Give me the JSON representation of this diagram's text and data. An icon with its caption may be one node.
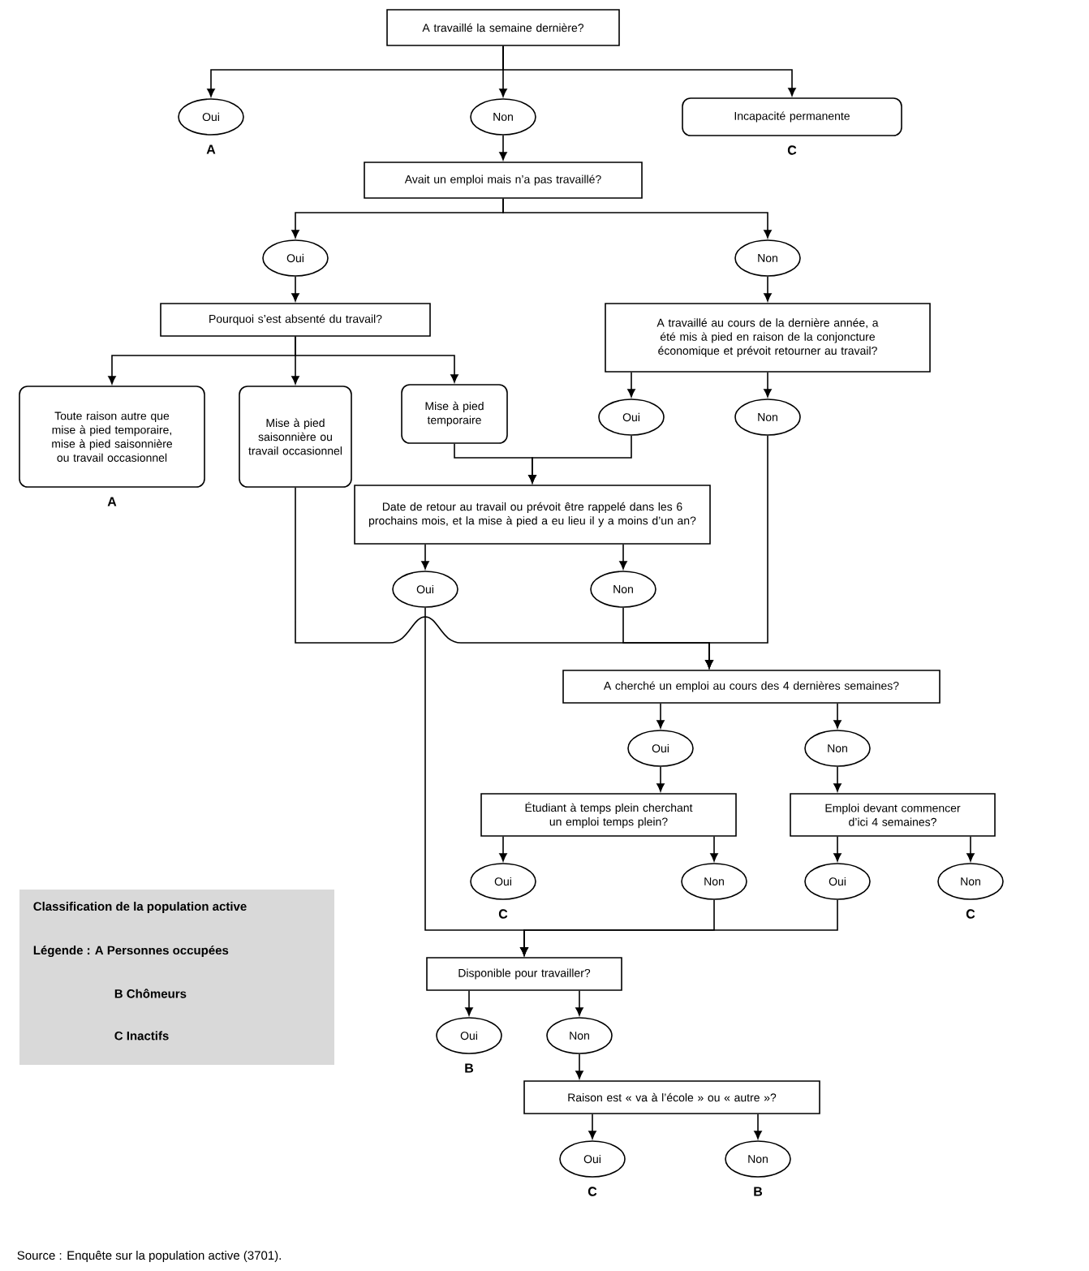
{
  "diagram": {
    "caption": "Source : Enquête sur la population active (3701).",
    "nodes": [
      {
        "text": [
          "A travaillé la semaine dernière?"
        ]
      },
      {
        "text": [
          "Oui"
        ],
        "beside": [
          "A"
        ]
      },
      {
        "text": [
          "Non"
        ]
      },
      {
        "text": [
          "Incapacité permanente"
        ],
        "beside": [
          "C"
        ]
      },
      {
        "text": [
          "Avait un emploi mais n’a pas travaillé?"
        ]
      },
      {
        "text": [
          "Oui"
        ]
      },
      {
        "text": [
          "Non"
        ]
      },
      {
        "text": [
          "Pourquoi s’est absenté du travail?"
        ]
      },
      {
        "text": [
          "A travaillé au cours de la dernière année, a été mis à pied en raison de la conjoncture économique et prévoit retourner au travail?"
        ]
      },
      {
        "text": [
          "Toute raison autre que mise à pied temporaire, mise à pied saisonnière ou travail occasionnel"
        ],
        "beside": [
          "A"
        ]
      },
      {
        "text": [
          "Mise à pied saisonnière ou travail occasionnel"
        ]
      },
      {
        "text": [
          "Mise à pied temporaire"
        ]
      },
      {
        "text": [
          "Oui"
        ]
      },
      {
        "text": [
          "Non"
        ]
      },
      {
        "text": [
          "Date de retour au travail ou prévoit être rappelé dans les 6 prochains mois, et la mise à pied a eu lieu il y a moins d’un an?"
        ]
      },
      {
        "text": [
          "Oui"
        ]
      },
      {
        "text": [
          "Non"
        ]
      },
      {
        "text": [
          "A cherché un emploi au cours des 4 dernières semaines?"
        ]
      },
      {
        "text": [
          "Oui"
        ]
      },
      {
        "text": [
          "Non"
        ]
      },
      {
        "text": [
          "Étudiant à temps plein cherchant un emploi temps plein?"
        ]
      },
      {
        "text": [
          "Emploi devant commencer d’ici 4 semaines?"
        ]
      },
      {
        "text": [
          "Oui"
        ],
        "beside": [
          "C"
        ]
      },
      {
        "text": [
          "Non"
        ]
      },
      {
        "text": [
          "Oui"
        ]
      },
      {
        "text": [
          "Non"
        ],
        "beside": [
          "C"
        ]
      },
      {
        "text": [
          "Disponible pour travailler?"
        ]
      },
      {
        "text": [
          "Oui"
        ],
        "beside": [
          "B"
        ]
      },
      {
        "text": [
          "Non"
        ]
      },
      {
        "text": [
          "Raison est « va à l’école » ou « autre »?"
        ]
      },
      {
        "text": [
          "Oui"
        ],
        "beside": [
          "C"
        ]
      },
      {
        "text": [
          "Non"
        ],
        "beside": [
          "B"
        ]
      }
    ],
    "edges": [
      {
        "from": 0,
        "to": 1,
        "arrow": "to"
      },
      {
        "from": 0,
        "to": 2,
        "arrow": "to"
      },
      {
        "from": 0,
        "to": 3,
        "arrow": "to"
      },
      {
        "from": 2,
        "to": 4,
        "arrow": "to"
      },
      {
        "from": 4,
        "to": 5,
        "arrow": "to"
      },
      {
        "from": 4,
        "to": 6,
        "arrow": "to"
      },
      {
        "from": 5,
        "to": 7,
        "arrow": "to"
      },
      {
        "from": 6,
        "to": 8,
        "arrow": "to"
      },
      {
        "from": 7,
        "to": 9,
        "arrow": "to"
      },
      {
        "from": 7,
        "to": 10,
        "arrow": "to"
      },
      {
        "from": 7,
        "to": 11,
        "arrow": "to"
      },
      {
        "from": 8,
        "to": 12,
        "arrow": "to"
      },
      {
        "from": 8,
        "to": 13,
        "arrow": "to"
      },
      {
        "from": 11,
        "to": 14,
        "arrow": "to"
      },
      {
        "from": 12,
        "to": 14,
        "arrow": "to"
      },
      {
        "from": 14,
        "to": 15,
        "arrow": "to"
      },
      {
        "from": 14,
        "to": 16,
        "arrow": "to"
      },
      {
        "from": 10,
        "to": 17,
        "arrow": "to"
      },
      {
        "from": 16,
        "to": 17,
        "arrow": "to"
      },
      {
        "from": 13,
        "to": 17,
        "arrow": "to"
      },
      {
        "from": 17,
        "to": 18,
        "arrow": "to"
      },
      {
        "from": 17,
        "to": 19,
        "arrow": "to"
      },
      {
        "from": 18,
        "to": 20,
        "arrow": "to"
      },
      {
        "from": 19,
        "to": 21,
        "arrow": "to"
      },
      {
        "from": 20,
        "to": 22,
        "arrow": "to"
      },
      {
        "from": 20,
        "to": 23,
        "arrow": "to"
      },
      {
        "from": 21,
        "to": 24,
        "arrow": "to"
      },
      {
        "from": 21,
        "to": 25,
        "arrow": "to"
      },
      {
        "from": 15,
        "to": 26,
        "arrow": "to"
      },
      {
        "from": 23,
        "to": 26,
        "arrow": "to"
      },
      {
        "from": 24,
        "to": 26,
        "arrow": "to"
      },
      {
        "from": 26,
        "to": 27,
        "arrow": "to"
      },
      {
        "from": 26,
        "to": 28,
        "arrow": "to"
      },
      {
        "from": 28,
        "to": 29,
        "arrow": "to"
      },
      {
        "from": 29,
        "to": 30,
        "arrow": "to"
      },
      {
        "from": 29,
        "to": 31,
        "arrow": "to"
      }
    ],
    "labels": [
      "Classification de la population active",
      "Légende :"
    ],
    "legend": [
      {
        "text": "A Personnes occupées"
      },
      {
        "text": "B Chômeurs"
      },
      {
        "text": "C Inactifs"
      }
    ]
  }
}
